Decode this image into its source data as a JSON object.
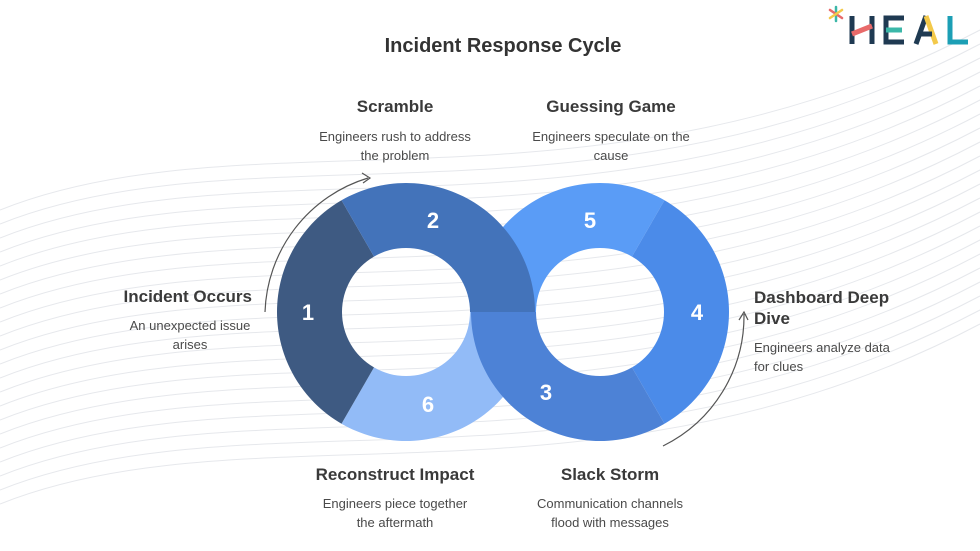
{
  "title": "Incident Response Cycle",
  "logo": {
    "text": "HEAL",
    "colors": {
      "h_bar": "#e86a6a",
      "e_bar": "#3bb7a8",
      "a_stroke": "#f3c94a",
      "l": "#1c9fb5",
      "dark": "#1f3a52",
      "asterisk": [
        "#e86a6a",
        "#3bb7a8",
        "#f3c94a"
      ]
    }
  },
  "steps": [
    {
      "number": "1",
      "title": "Incident Occurs",
      "desc_lines": [
        "An unexpected issue",
        "arises"
      ],
      "color": "#3e5a82"
    },
    {
      "number": "2",
      "title": "Scramble",
      "desc_lines": [
        "Engineers rush to address",
        "the problem"
      ],
      "color": "#4373ba"
    },
    {
      "number": "3",
      "title": "Slack Storm",
      "desc_lines": [
        "Communication channels",
        "flood with messages"
      ],
      "color": "#4d82d6"
    },
    {
      "number": "4",
      "title": "Dashboard Deep Dive",
      "title_lines": [
        "Dashboard Deep",
        "Dive"
      ],
      "desc_lines": [
        "Engineers analyze data",
        "for clues"
      ],
      "color": "#4b8be9"
    },
    {
      "number": "5",
      "title": "Guessing Game",
      "desc_lines": [
        "Engineers speculate on the",
        "cause"
      ],
      "color": "#5a9cf6"
    },
    {
      "number": "6",
      "title": "Reconstruct Impact",
      "desc_lines": [
        "Engineers piece together",
        "the aftermath"
      ],
      "color": "#92bbf7"
    }
  ]
}
